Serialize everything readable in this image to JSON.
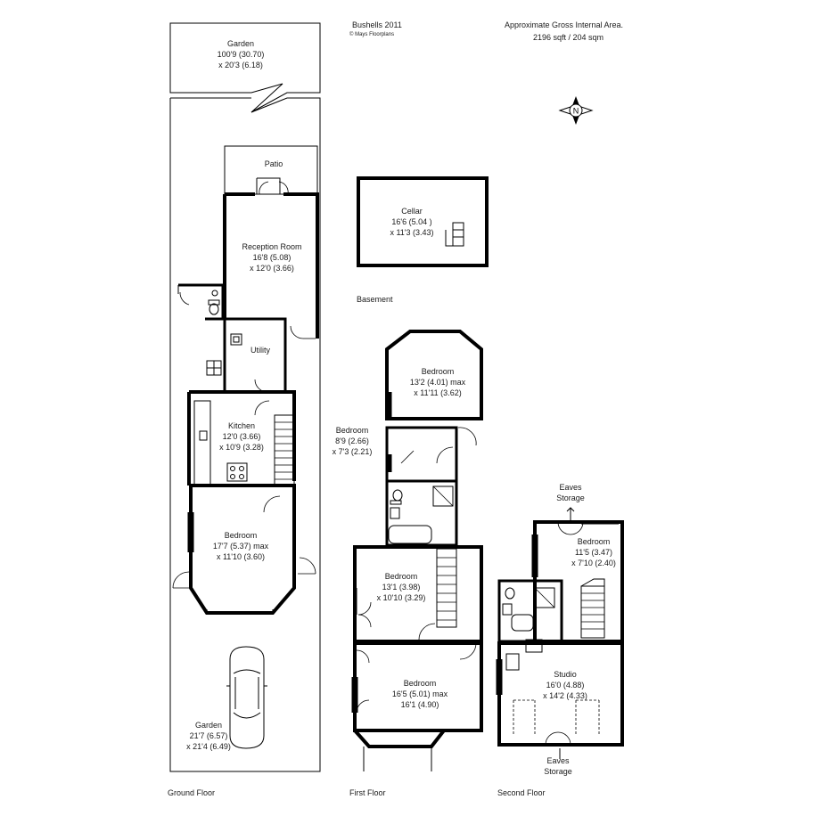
{
  "header": {
    "brand": "Bushells 2011",
    "credit": "© Mays Floorplans",
    "area_title": "Approximate Gross Internal Area.",
    "area_value": "2196 sqft / 204 sqm"
  },
  "compass_letter": "N",
  "floors": {
    "ground": "Ground Floor",
    "first": "First Floor",
    "second": "Second Floor",
    "basement": "Basement"
  },
  "rooms": {
    "garden_rear": {
      "name": "Garden",
      "dim1": "100'9 (30.70)",
      "dim2": "x 20'3 (6.18)"
    },
    "patio": {
      "name": "Patio"
    },
    "reception": {
      "name": "Reception Room",
      "dim1": "16'8 (5.08)",
      "dim2": "x 12'0 (3.66)"
    },
    "utility": {
      "name": "Utility"
    },
    "kitchen": {
      "name": "Kitchen",
      "dim1": "12'0 (3.66)",
      "dim2": "x 10'9 (3.28)"
    },
    "gf_bedroom": {
      "name": "Bedroom",
      "dim1": "17'7 (5.37) max",
      "dim2": "x 11'10 (3.60)"
    },
    "garden_front": {
      "name": "Garden",
      "dim1": "21'7 (6.57)",
      "dim2": "x 21'4 (6.49)"
    },
    "cellar": {
      "name": "Cellar",
      "dim1": "16'6 (5.04 )",
      "dim2": "x 11'3 (3.43)"
    },
    "ff_bed_rear": {
      "name": "Bedroom",
      "dim1": "13'2 (4.01) max",
      "dim2": "x 11'11 (3.62)"
    },
    "ff_bed_small": {
      "name": "Bedroom",
      "dim1": "8'9 (2.66)",
      "dim2": "x 7'3 (2.21)"
    },
    "ff_bed_mid": {
      "name": "Bedroom",
      "dim1": "13'1 (3.98)",
      "dim2": "x 10'10 (3.29)"
    },
    "ff_bed_front": {
      "name": "Bedroom",
      "dim1": "16'5 (5.01) max",
      "dim2": "16'1 (4.90)"
    },
    "sf_bedroom": {
      "name": "Bedroom",
      "dim1": "11'5 (3.47)",
      "dim2": "x 7'10 (2.40)"
    },
    "studio": {
      "name": "Studio",
      "dim1": "16'0 (4.88)",
      "dim2": "x 14'2 (4.33)"
    },
    "eaves_top": {
      "name": "Eaves",
      "dim1": "Storage"
    },
    "eaves_bottom": {
      "name": "Eaves",
      "dim1": "Storage"
    }
  }
}
